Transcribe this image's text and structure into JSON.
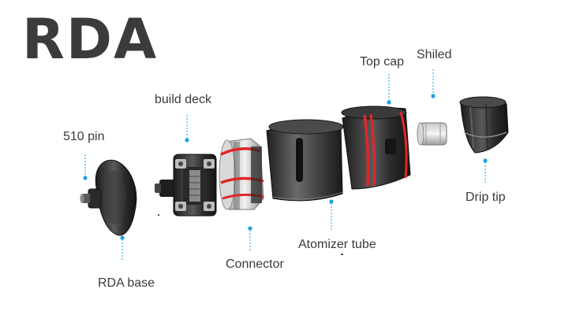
{
  "title": "RDA",
  "accent_color": "#1aa3e0",
  "ring_color": "#e0262b",
  "parts": [
    {
      "id": "510-pin",
      "label": "510 pin"
    },
    {
      "id": "rda-base",
      "label": "RDA base"
    },
    {
      "id": "build-deck",
      "label": "build deck"
    },
    {
      "id": "connector",
      "label": "Connector"
    },
    {
      "id": "atomizer-tube",
      "label": "Atomizer tube"
    },
    {
      "id": "top-cap",
      "label": "Top cap"
    },
    {
      "id": "shiled",
      "label": "Shiled"
    },
    {
      "id": "drip-tip",
      "label": "Drip tip"
    }
  ]
}
